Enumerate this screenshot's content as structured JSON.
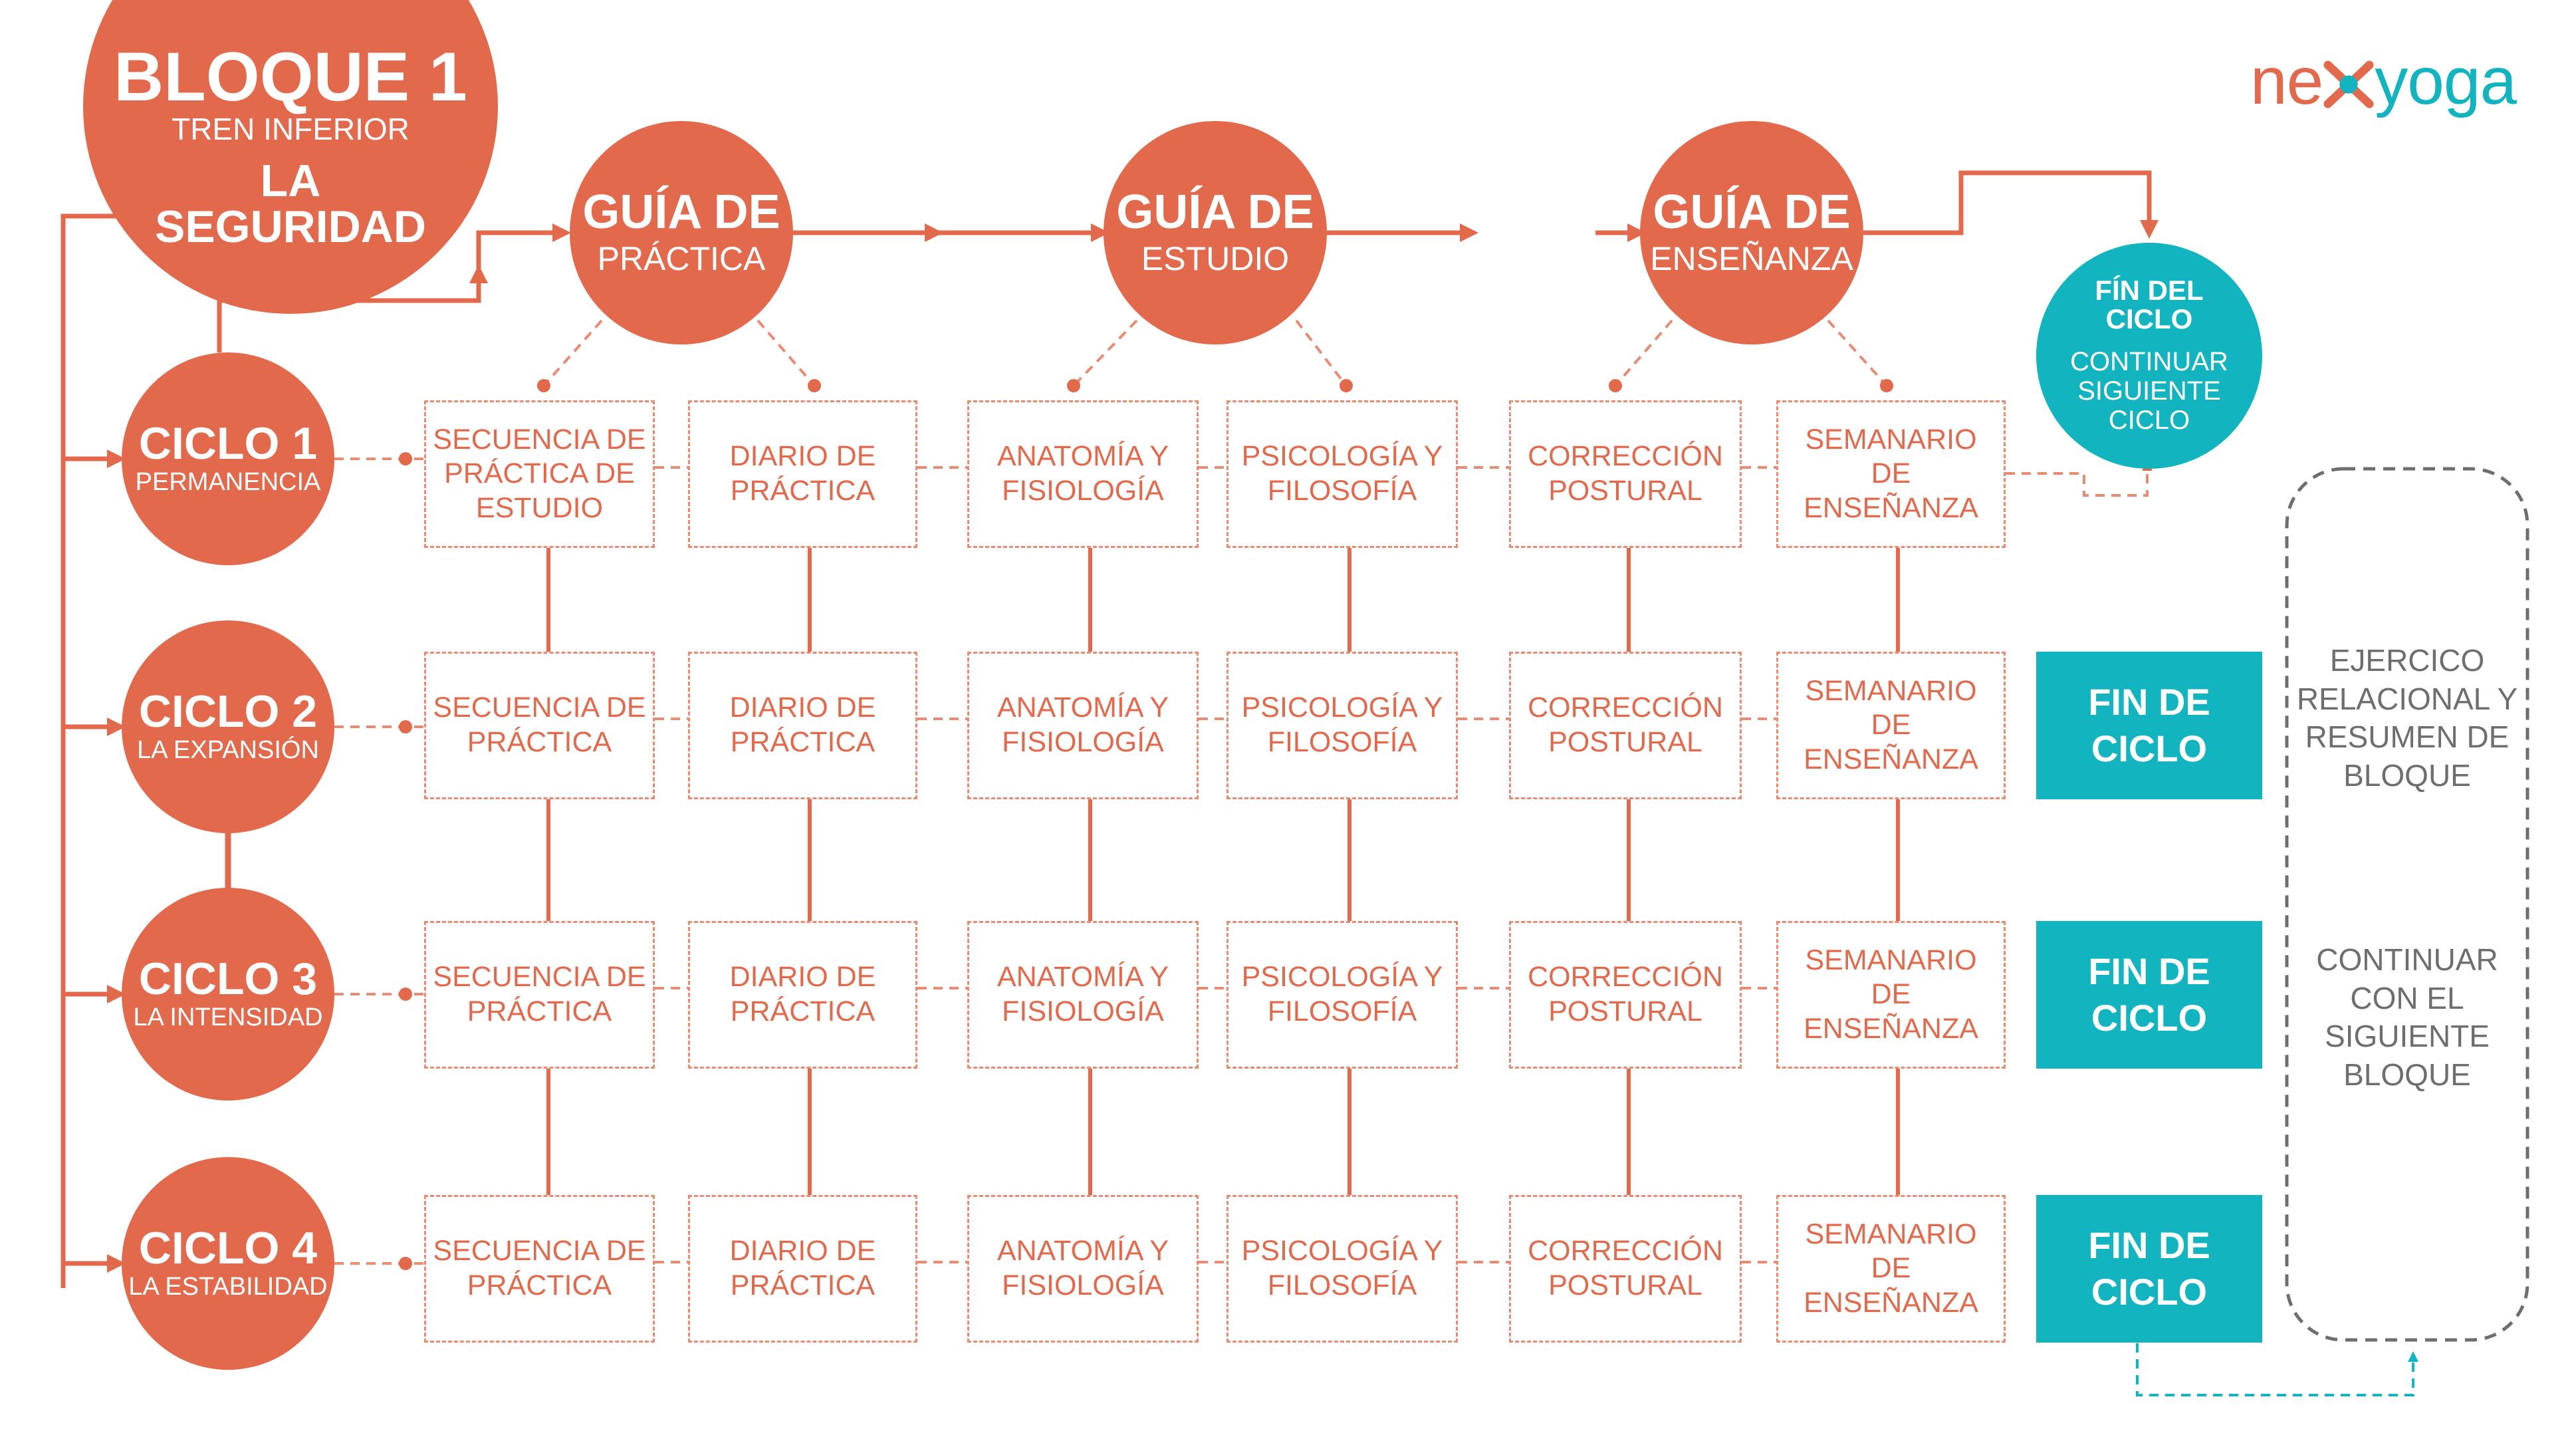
{
  "brand": {
    "part1": "ne",
    "part2": "yoga",
    "accent": "#e2694c",
    "teal": "#12b4bf"
  },
  "block": {
    "title": "BLOQUE 1",
    "subtitle": "TREN INFERIOR",
    "focus_line1": "LA",
    "focus_line2": "SEGURIDAD"
  },
  "guides": [
    {
      "bold": "GUÍA DE",
      "light": "PRÁCTICA"
    },
    {
      "bold": "GUÍA DE",
      "light": "ESTUDIO"
    },
    {
      "bold": "GUÍA DE",
      "light": "ENSEÑANZA"
    }
  ],
  "end_circle": {
    "title_line1": "FÍN DEL",
    "title_line2": "CICLO",
    "line1": "CONTINUAR",
    "line2": "SIGUIENTE",
    "line3": "CICLO"
  },
  "cycles": [
    {
      "name": "CICLO 1",
      "sub": "PERMANENCIA",
      "tasks": [
        [
          "SECUENCIA DE",
          "PRÁCTICA DE",
          "ESTUDIO"
        ],
        [
          "DIARIO DE",
          "PRÁCTICA"
        ],
        [
          "ANATOMÍA Y",
          "FISIOLOGÍA"
        ],
        [
          "PSICOLOGÍA Y",
          "FILOSOFÍA"
        ],
        [
          "CORRECCIÓN",
          "POSTURAL"
        ],
        [
          "SEMANARIO DE",
          "ENSEÑANZA"
        ]
      ]
    },
    {
      "name": "CICLO 2",
      "sub": "LA EXPANSIÓN",
      "tasks": [
        [
          "SECUENCIA DE",
          "PRÁCTICA"
        ],
        [
          "DIARIO DE",
          "PRÁCTICA"
        ],
        [
          "ANATOMÍA Y",
          "FISIOLOGÍA"
        ],
        [
          "PSICOLOGÍA Y",
          "FILOSOFÍA"
        ],
        [
          "CORRECCIÓN",
          "POSTURAL"
        ],
        [
          "SEMANARIO DE",
          "ENSEÑANZA"
        ]
      ],
      "fin": [
        "FIN DE",
        "CICLO"
      ]
    },
    {
      "name": "CICLO 3",
      "sub": "LA INTENSIDAD",
      "tasks": [
        [
          "SECUENCIA DE",
          "PRÁCTICA"
        ],
        [
          "DIARIO DE",
          "PRÁCTICA"
        ],
        [
          "ANATOMÍA Y",
          "FISIOLOGÍA"
        ],
        [
          "PSICOLOGÍA Y",
          "FILOSOFÍA"
        ],
        [
          "CORRECCIÓN",
          "POSTURAL"
        ],
        [
          "SEMANARIO DE",
          "ENSEÑANZA"
        ]
      ],
      "fin": [
        "FIN DE",
        "CICLO"
      ]
    },
    {
      "name": "CICLO 4",
      "sub": "LA ESTABILIDAD",
      "tasks": [
        [
          "SECUENCIA DE",
          "PRÁCTICA"
        ],
        [
          "DIARIO DE",
          "PRÁCTICA"
        ],
        [
          "ANATOMÍA Y",
          "FISIOLOGÍA"
        ],
        [
          "PSICOLOGÍA Y",
          "FILOSOFÍA"
        ],
        [
          "CORRECCIÓN",
          "POSTURAL"
        ],
        [
          "SEMANARIO DE",
          "ENSEÑANZA"
        ]
      ],
      "fin": [
        "FIN DE",
        "CICLO"
      ]
    }
  ],
  "side_panel": {
    "top": [
      "EJERCICO",
      "RELACIONAL Y",
      "RESUMEN DE",
      "BLOQUE"
    ],
    "bottom": [
      "CONTINUAR",
      "CON EL",
      "SIGUIENTE",
      "BLOQUE"
    ]
  }
}
